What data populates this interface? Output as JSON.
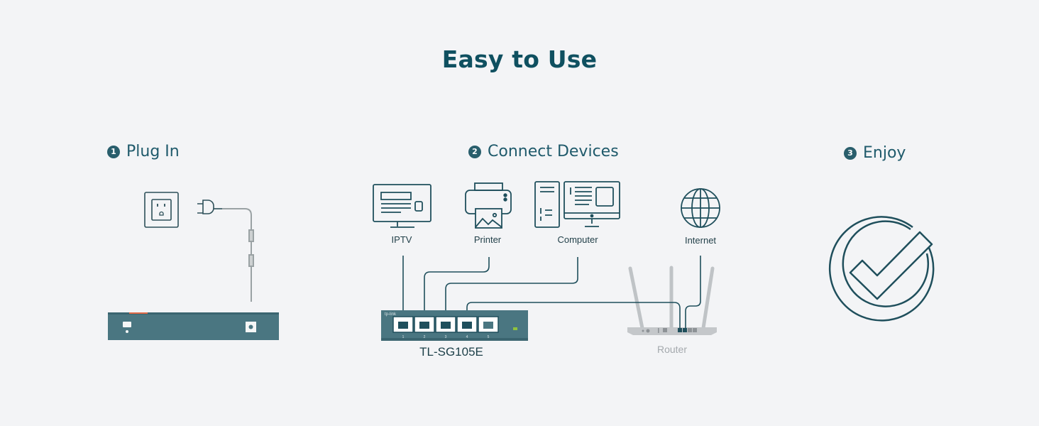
{
  "title": "Easy to Use",
  "steps": [
    {
      "num": "1",
      "label": "Plug In"
    },
    {
      "num": "2",
      "label": "Connect Devices"
    },
    {
      "num": "3",
      "label": "Enjoy"
    }
  ],
  "devices": {
    "iptv": "IPTV",
    "printer": "Printer",
    "computer": "Computer",
    "internet": "Internet"
  },
  "switch": {
    "brand": "tp-link",
    "model": "TL-SG105E",
    "ports": [
      "1",
      "2",
      "3",
      "4",
      "5"
    ]
  },
  "router": {
    "label": "Router"
  },
  "colors": {
    "background": "#f3f4f6",
    "title": "#0f5060",
    "icon_stroke": "#1f4f5c",
    "switch_body": "#4a7681",
    "router_body": "#c2c5c8"
  }
}
